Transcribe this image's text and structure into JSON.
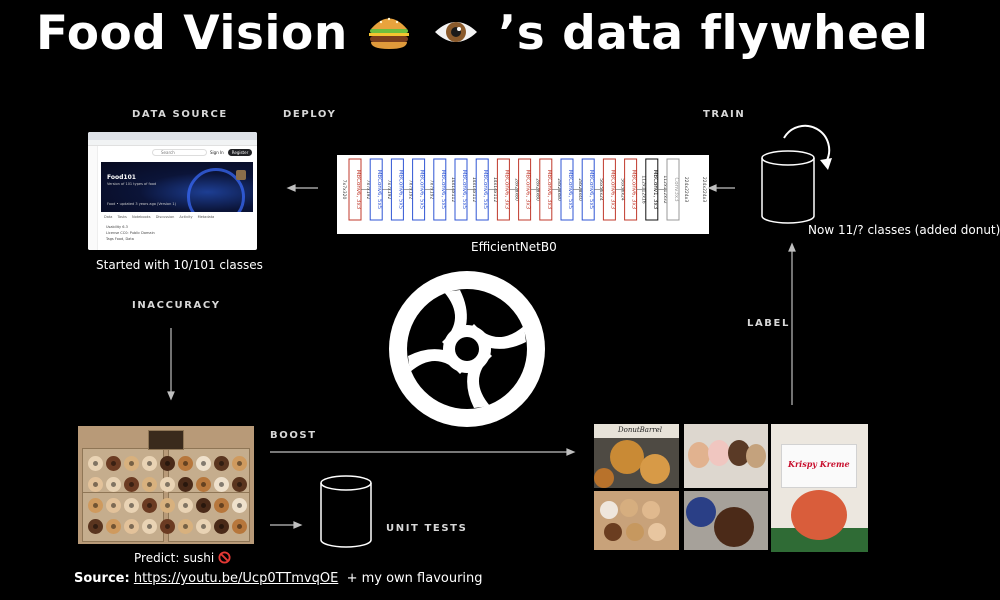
{
  "title": {
    "prefix": "Food Vision",
    "suffix": "’s data flywheel",
    "emoji": [
      "burger-icon",
      "eye-icon"
    ]
  },
  "labels": {
    "data_source": "DATA SOURCE",
    "deploy": "DEPLOY",
    "train": "TRAIN",
    "inaccuracy": "INACCURACY",
    "label": "LABEL",
    "boost": "BOOST",
    "unit_tests": "UNIT TESTS"
  },
  "captions": {
    "data_source": "Started with 10/101 classes",
    "model": "EfficientNetB0",
    "train": "Now 11/? classes (added donut)",
    "predict": "Predict: sushi",
    "predict_icon": "no-entry-icon"
  },
  "browser": {
    "search_placeholder": "Search",
    "sign_in": "Sign In",
    "register": "Register",
    "dataset_name": "Food101",
    "dataset_sub": "Version of 101 types of food",
    "dataset_meta": "Food  •  updated 3 years ago (Version 1)",
    "tabs": "Data  Tasks  Notebooks  Discussion  Activity  Metadata",
    "meta_lines": [
      "Usability 6.3",
      "License CC0: Public Domain",
      "Tags Food, Data"
    ]
  },
  "model": {
    "left_label": "7x7x320",
    "right_label": "224x224x3",
    "blocks": [
      {
        "text": "MBConv6, 3x3",
        "color": "#c0392b",
        "dims": "7x7x192"
      },
      {
        "text": "MBConv6, 5x5",
        "color": "#2f55d4",
        "dims": "7x7x192"
      },
      {
        "text": "MBConv6, 5x5",
        "color": "#2f55d4",
        "dims": "7x7x192"
      },
      {
        "text": "MBConv6, 5x5",
        "color": "#2f55d4",
        "dims": "7x7x192"
      },
      {
        "text": "MBConv6, 5x5",
        "color": "#2f55d4",
        "dims": "14x14x112"
      },
      {
        "text": "MBConv6, 5x5",
        "color": "#2f55d4",
        "dims": "14x14x112"
      },
      {
        "text": "MBConv6, 5x5",
        "color": "#2f55d4",
        "dims": "14x14x112"
      },
      {
        "text": "MBConv6, 3x3",
        "color": "#c0392b",
        "dims": "28x28x80"
      },
      {
        "text": "MBConv6, 3x3",
        "color": "#c0392b",
        "dims": "28x28x80"
      },
      {
        "text": "MBConv6, 3x3",
        "color": "#c0392b",
        "dims": "28x28x80"
      },
      {
        "text": "MBConv6, 5x5",
        "color": "#2f55d4",
        "dims": "28x28x40"
      },
      {
        "text": "MBConv6, 5x5",
        "color": "#2f55d4",
        "dims": "56x56x24"
      },
      {
        "text": "MBConv6, 3x3",
        "color": "#c0392b",
        "dims": "56x56x24"
      },
      {
        "text": "MBConv6, 3x3",
        "color": "#c0392b",
        "dims": "112x112x16"
      },
      {
        "text": "MBConv1, 3x3",
        "color": "#111111",
        "dims": "112x112x32"
      },
      {
        "text": "Conv3x3",
        "color": "#999999",
        "dims": "224x224x3"
      }
    ]
  },
  "source": {
    "label": "Source:",
    "url": "https://youtu.be/Ucp0TTmvqOE",
    "suffix": "+ my own flavouring"
  },
  "collage_text": {
    "sign": "DonutBarrel",
    "bag": "Krispy Kreme"
  },
  "colors": {
    "background": "#000000",
    "foreground": "#ffffff",
    "arrow": "#bfbfbf"
  }
}
